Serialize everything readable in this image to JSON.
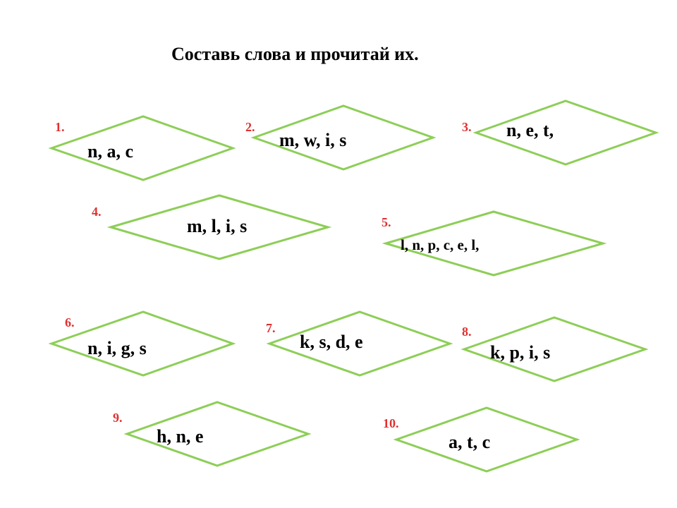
{
  "title": "Составь слова и прочитай их.",
  "accent_color": "#8dce57",
  "number_color": "#e03030",
  "items": [
    {
      "number": "1.",
      "letters": "n, a, c"
    },
    {
      "number": "2.",
      "letters": "m, w, i, s"
    },
    {
      "number": "3.",
      "letters": "n, e, t,"
    },
    {
      "number": "4.",
      "letters": "m, l, i, s"
    },
    {
      "number": "5.",
      "letters": "l, n, p, c, e, l,"
    },
    {
      "number": "6.",
      "letters": "n, i, g, s"
    },
    {
      "number": "7.",
      "letters": "k, s, d, e"
    },
    {
      "number": "8.",
      "letters": "k, p, i, s"
    },
    {
      "number": "9.",
      "letters": "h, n, e"
    },
    {
      "number": "10.",
      "letters": "a, t, c"
    }
  ]
}
